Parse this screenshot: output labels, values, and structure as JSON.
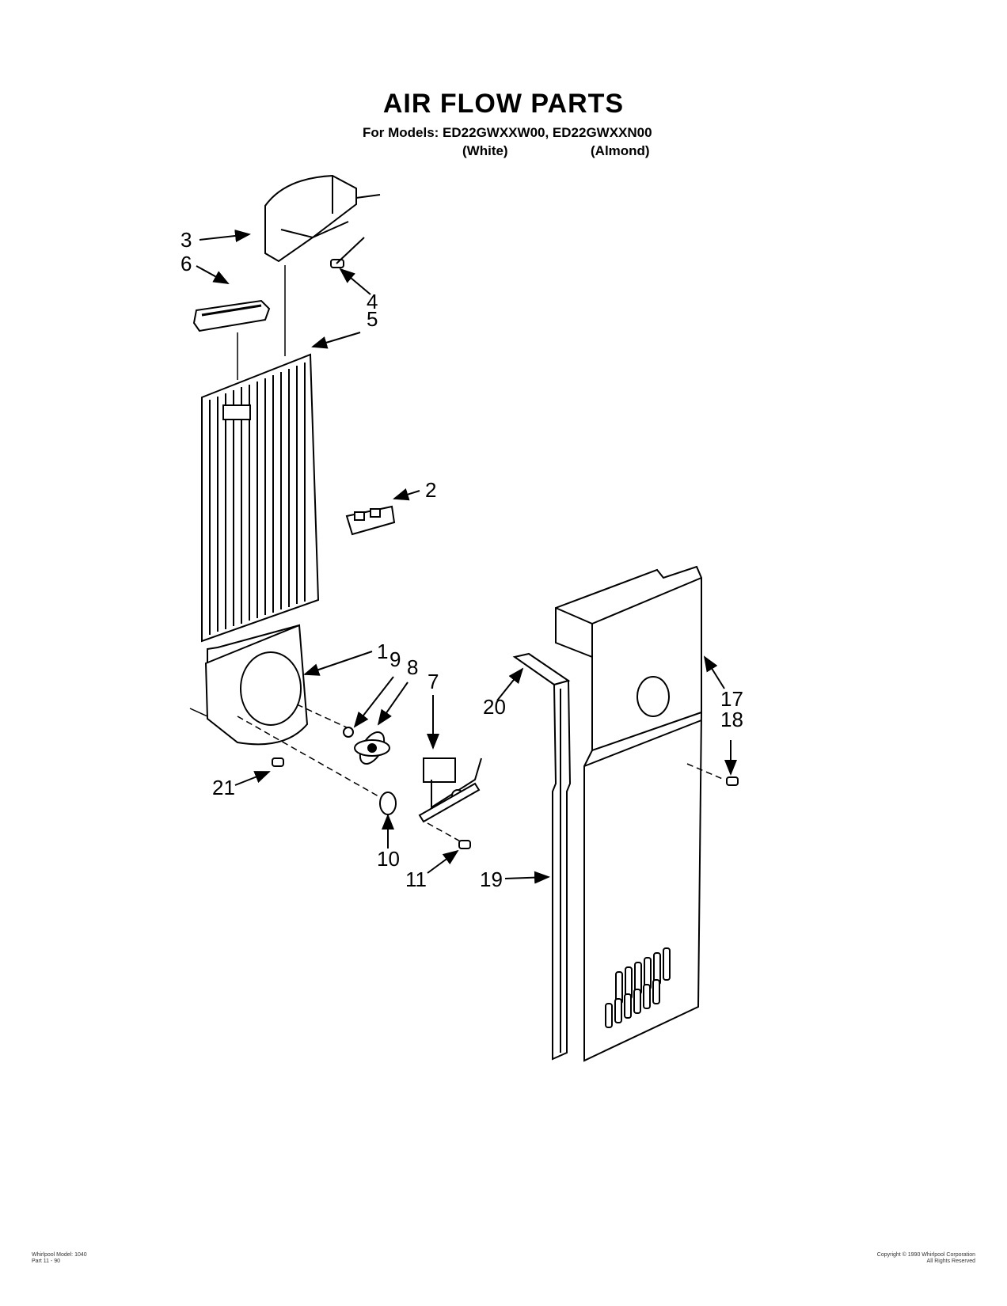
{
  "header": {
    "title": "AIR FLOW PARTS",
    "models_line": "For Models: ED22GWXXW00, ED22GWXXN00",
    "variant_1": "(White)",
    "variant_2": "(Almond)"
  },
  "callouts": [
    "1",
    "2",
    "3",
    "4",
    "5",
    "6",
    "7",
    "8",
    "9",
    "10",
    "11",
    "17",
    "18",
    "19",
    "20",
    "21"
  ],
  "footer": {
    "left_line1": "Whirlpool Model: 1040",
    "left_line2": "Part 11 - 90",
    "right_line1": "Copyright © 1990 Whirlpool Corporation",
    "right_line2": "All Rights Reserved"
  }
}
